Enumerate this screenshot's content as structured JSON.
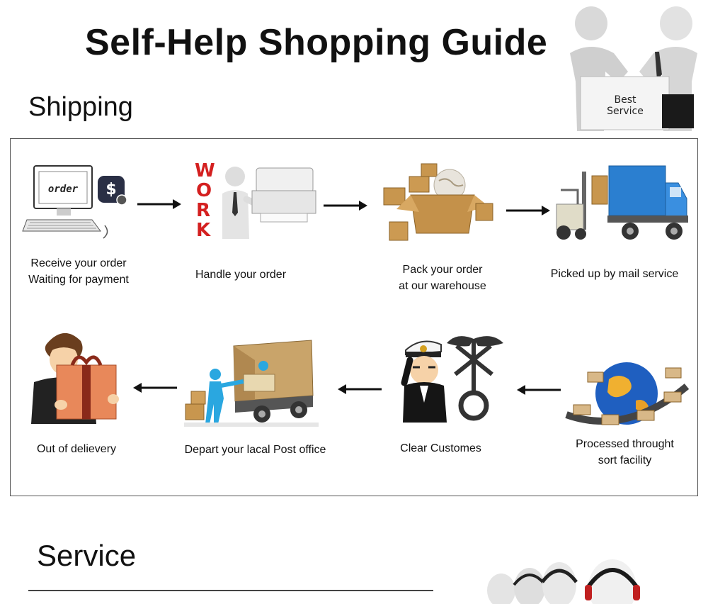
{
  "page_title": "Self-Help Shopping Guide",
  "hero": {
    "sign_line1": "Best",
    "sign_line2": "Service"
  },
  "sections": {
    "shipping": "Shipping",
    "service": "Service"
  },
  "steps": [
    {
      "line1": "Receive your order",
      "line2": "Waiting for payment"
    },
    {
      "line1": "Handle your order",
      "line2": ""
    },
    {
      "line1": "Pack your order",
      "line2": "at our warehouse"
    },
    {
      "line1": "Picked up by mail service",
      "line2": ""
    },
    {
      "line1": "Processed throught",
      "line2": "sort facility"
    },
    {
      "line1": "Clear Customes",
      "line2": ""
    },
    {
      "line1": "Depart your lacal Post office",
      "line2": ""
    },
    {
      "line1": "Out of delievery",
      "line2": ""
    }
  ],
  "illustration_text": {
    "order_screen": "order",
    "work_letters": [
      "W",
      "O",
      "R",
      "K"
    ]
  },
  "colors": {
    "work_red": "#d42020",
    "truck_blue": "#2b7fd0",
    "box_brown": "#c8964e",
    "globe_blue": "#1f5fc0"
  }
}
